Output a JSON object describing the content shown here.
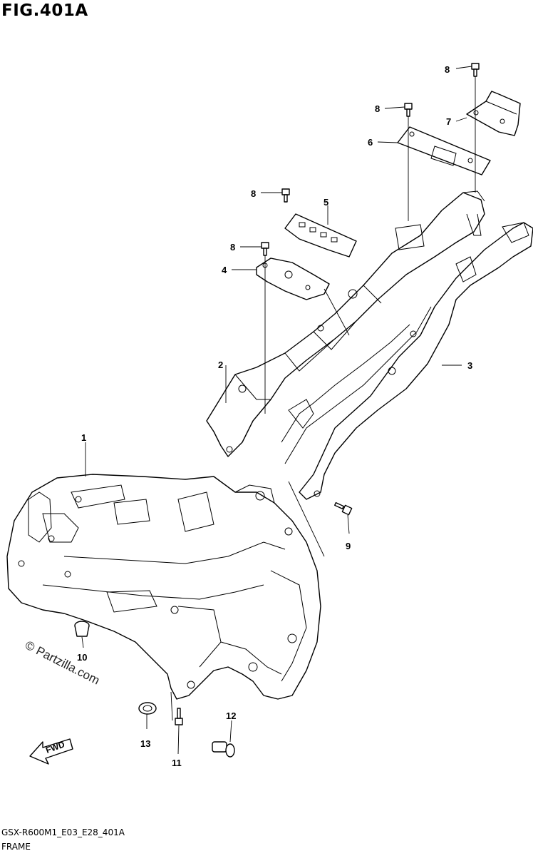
{
  "title": "FIG.401A",
  "watermark": "© Partzilla.com",
  "fwd_label": "FWD",
  "footer": {
    "code": "GSX-R600M1_E03_E28_401A",
    "name": "FRAME"
  },
  "callouts": {
    "c1": "1",
    "c2": "2",
    "c3": "3",
    "c4": "4",
    "c5": "5",
    "c6": "6",
    "c7": "7",
    "c8a": "8",
    "c8b": "8",
    "c8c": "8",
    "c8d": "8",
    "c9": "9",
    "c10": "10",
    "c11": "11",
    "c12": "12",
    "c13": "13"
  }
}
